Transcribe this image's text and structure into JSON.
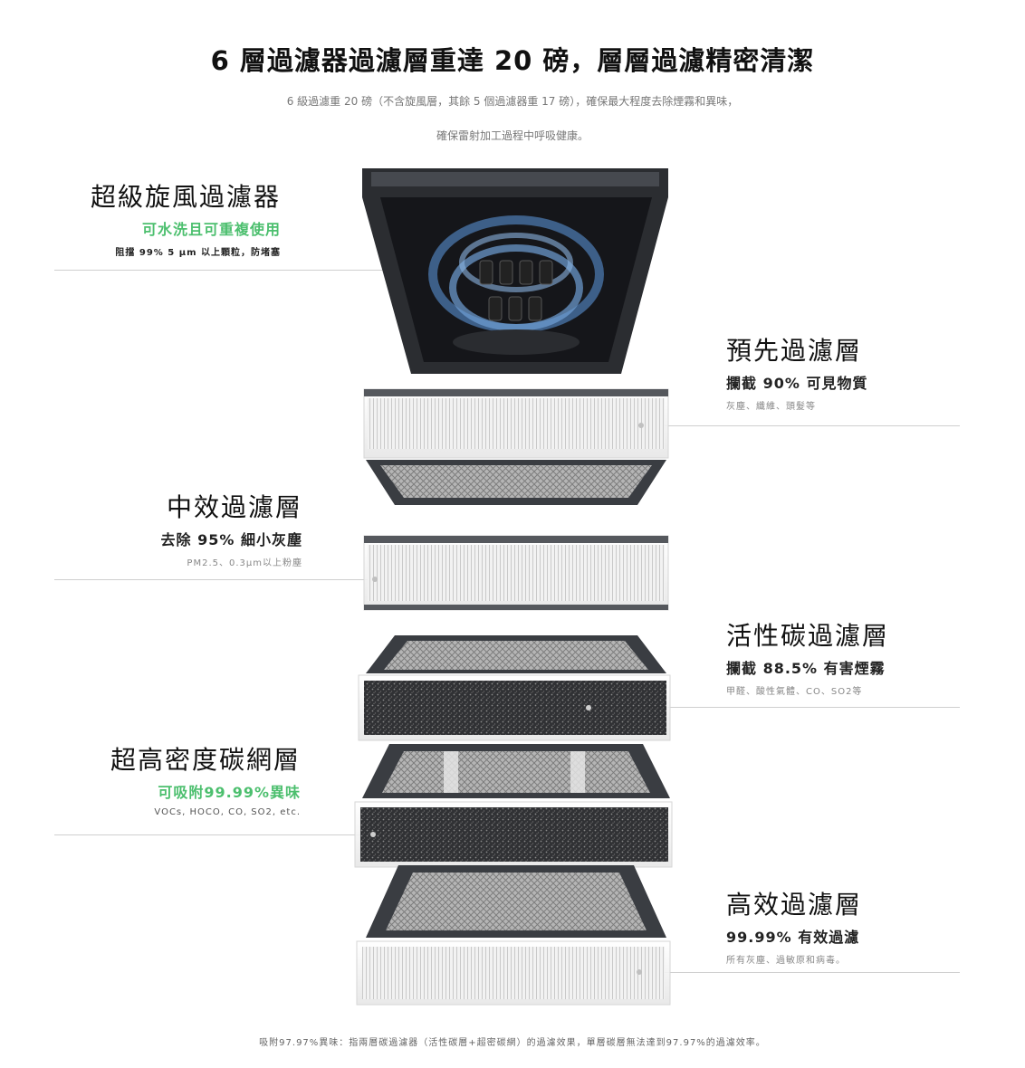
{
  "header": {
    "title": "6 層過濾器過濾層重達 20 磅，層層過濾精密清潔",
    "subtitle_line1": "6 級過濾重 20 磅（不含旋風層，其餘 5 個過濾器重 17 磅），確保最大程度去除煙霧和異味，",
    "subtitle_line2": "確保雷射加工過程中呼吸健康。"
  },
  "layers": {
    "cyclone": {
      "name": "超級旋風過濾器",
      "highlight": "可水洗且可重複使用",
      "detail": "阻擋 99% 5 µm 以上顆粒，防堵塞"
    },
    "pre": {
      "name": "預先過濾層",
      "highlight": "攔截 90% 可見物質",
      "detail": "灰塵、纖維、頭髮等"
    },
    "medium": {
      "name": "中效過濾層",
      "highlight": "去除 95% 細小灰塵",
      "detail": "PM2.5、0.3µm以上粉塵"
    },
    "carbon": {
      "name": "活性碳過濾層",
      "highlight": "攔截 88.5% 有害煙霧",
      "detail": "甲醛、酸性氣體、CO、SO2等"
    },
    "dense_carbon": {
      "name": "超高密度碳網層",
      "highlight": "可吸附99.99%異味",
      "detail": "VOCs, HOCO, CO, SO2, etc."
    },
    "hepa": {
      "name": "高效過濾層",
      "highlight": "99.99% 有效過濾",
      "detail": "所有灰塵、過敏原和病毒。"
    }
  },
  "footnote": "吸附97.97%異味：指兩層碳過濾器（活性碳層+超密碳網）的過濾效果，單層碳層無法達到97.97%的過濾效率。",
  "colors": {
    "green": "#4cbf6e",
    "dark_frame": "#3a3d42",
    "mesh": "#9a9a9a",
    "carbon": "#2f3033"
  }
}
